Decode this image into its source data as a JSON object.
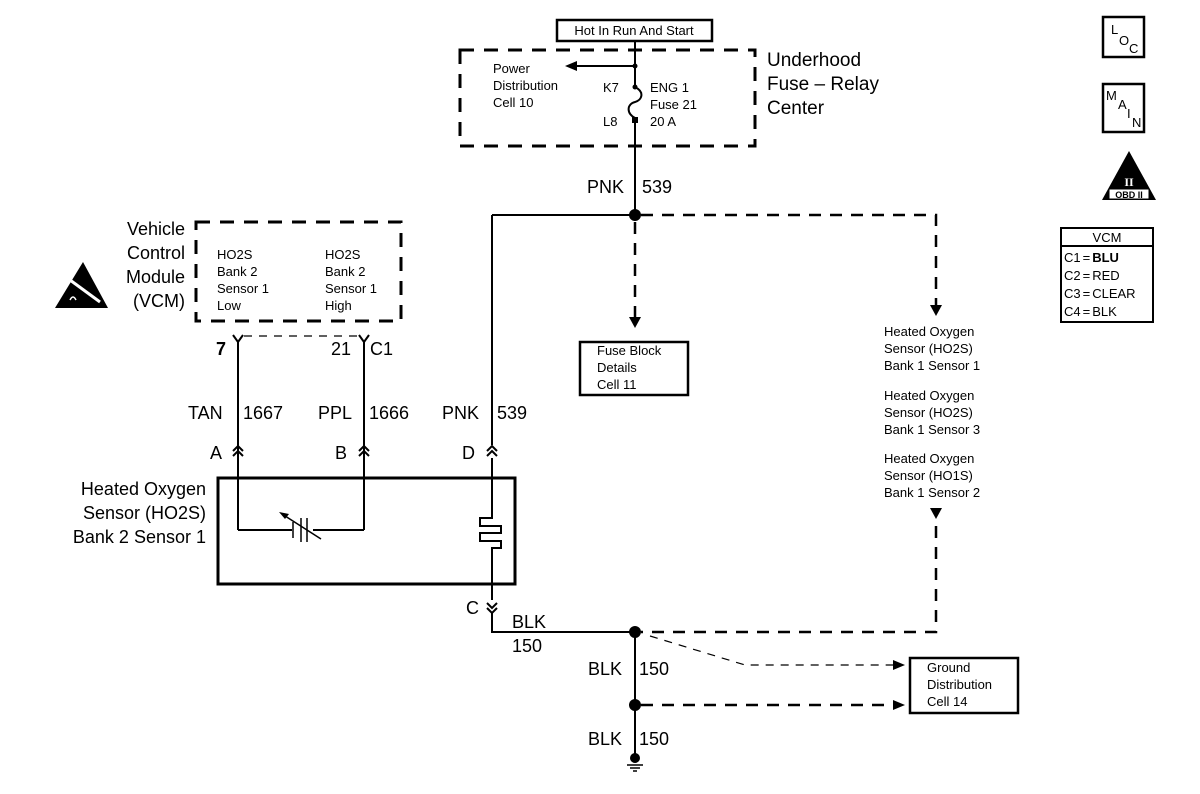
{
  "power_source": {
    "label": "Hot In Run And Start"
  },
  "fuse_relay_center": {
    "title_lines": [
      "Underhood",
      "Fuse – Relay",
      "Center"
    ],
    "power_dist_lines": [
      "Power",
      "Distribution",
      "Cell 10"
    ],
    "fuse_in_terminal": "K7",
    "fuse_out_terminal": "L8",
    "fuse_lines": [
      "ENG 1",
      "Fuse 21",
      "20 A"
    ]
  },
  "wires": {
    "main_supply": {
      "color": "PNK",
      "circuit": "539"
    },
    "sensor_supply": {
      "color": "PNK",
      "circuit": "539"
    },
    "low_signal": {
      "color": "TAN",
      "circuit": "1667"
    },
    "high_signal": {
      "color": "PPL",
      "circuit": "1666"
    },
    "ground_1": {
      "color": "BLK",
      "circuit": "150"
    },
    "ground_2": {
      "color": "BLK",
      "circuit": "150"
    },
    "ground_3": {
      "color": "BLK",
      "circuit": "150"
    }
  },
  "vcm": {
    "title_lines": [
      "Vehicle",
      "Control",
      "Module",
      "(VCM)"
    ],
    "low_lines": [
      "HO2S",
      "Bank 2",
      "Sensor 1",
      "Low"
    ],
    "high_lines": [
      "HO2S",
      "Bank 2",
      "Sensor 1",
      "High"
    ],
    "pin_low": "7",
    "pin_high": "21",
    "connector": "C1"
  },
  "sensor": {
    "title_lines": [
      "Heated Oxygen",
      "Sensor (HO2S)",
      "Bank 2 Sensor 1"
    ],
    "pins": {
      "a": "A",
      "b": "B",
      "c": "C",
      "d": "D"
    }
  },
  "fuse_block": {
    "lines": [
      "Fuse Block",
      "Details",
      "Cell 11"
    ]
  },
  "other_sensors": [
    {
      "lines": [
        "Heated Oxygen",
        "Sensor (HO2S)",
        "Bank 1 Sensor 1"
      ]
    },
    {
      "lines": [
        "Heated Oxygen",
        "Sensor (HO2S)",
        "Bank 1 Sensor 3"
      ]
    },
    {
      "lines": [
        "Heated Oxygen",
        "Sensor (HO1S)",
        "Bank 1 Sensor 2"
      ]
    }
  ],
  "ground_dist": {
    "lines": [
      "Ground",
      "Distribution",
      "Cell 14"
    ]
  },
  "legend_icons": {
    "loc": [
      "L",
      "O",
      "C"
    ],
    "main": [
      "M",
      "A",
      "I",
      "N"
    ],
    "obd": {
      "top": "II",
      "bottom": "OBD II"
    }
  },
  "vcm_connectors": {
    "title": "VCM",
    "rows": [
      {
        "pin": "C1",
        "sep": "=",
        "color": "BLU"
      },
      {
        "pin": "C2",
        "sep": "=",
        "color": "RED"
      },
      {
        "pin": "C3",
        "sep": "=",
        "color": "CLEAR"
      },
      {
        "pin": "C4",
        "sep": "=",
        "color": "BLK"
      }
    ]
  }
}
